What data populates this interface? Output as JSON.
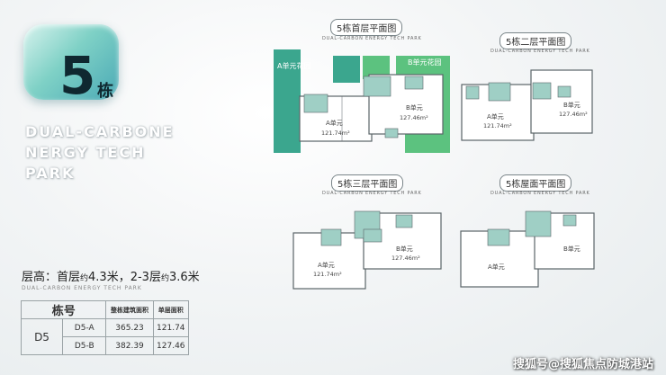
{
  "badge": {
    "number": "5",
    "unit": "栋"
  },
  "background_text": [
    "DUAL-CARBONE",
    "NERGY TECH",
    "PARK"
  ],
  "floor_height": {
    "prefix": "层高：首层",
    "unit1": "约",
    "v1": "4.3米，2-3层",
    "unit2": "约",
    "v2": "3.6米"
  },
  "sub_caption": "DUAL-CARBON ENERGY TECH PARK",
  "table": {
    "headers": [
      "栋号",
      "",
      "整栋建筑面积",
      "单层面积"
    ],
    "building": "D5",
    "rows": [
      {
        "unit": "D5-A",
        "total": "365.23",
        "floor": "121.74"
      },
      {
        "unit": "D5-B",
        "total": "382.39",
        "floor": "127.46"
      }
    ]
  },
  "plans": {
    "first": {
      "title": "5栋首层平面图",
      "subtitle": "DUAL-CARBON ENERGY TECH PARK",
      "garden_a": "A单元花园",
      "garden_b": "B单元花园",
      "unit_a": "A单元",
      "area_a": "121.74m²",
      "unit_b": "B单元",
      "area_b": "127.46m²"
    },
    "second": {
      "title": "5栋二层平面图",
      "subtitle": "DUAL-CARBON ENERGY TECH PARK",
      "unit_a": "A单元",
      "area_a": "121.74m²",
      "unit_b": "B单元",
      "area_b": "127.46m²"
    },
    "third": {
      "title": "5栋三层平面图",
      "subtitle": "DUAL-CARBON ENERGY TECH PARK",
      "unit_a": "A单元",
      "area_a": "121.74m²",
      "unit_b": "B单元",
      "area_b": "127.46m²"
    },
    "roof": {
      "title": "5栋屋面平面图",
      "subtitle": "DUAL-CARBON ENERGY TECH PARK",
      "unit_a": "A单元",
      "unit_b": "B单元"
    }
  },
  "watermark": "搜狐号@搜狐焦点防城港站",
  "colors": {
    "garden_dark": "#3ba68e",
    "garden_light": "#5cc27f",
    "stair": "#9fcfc5",
    "wall": "#5a6468"
  }
}
